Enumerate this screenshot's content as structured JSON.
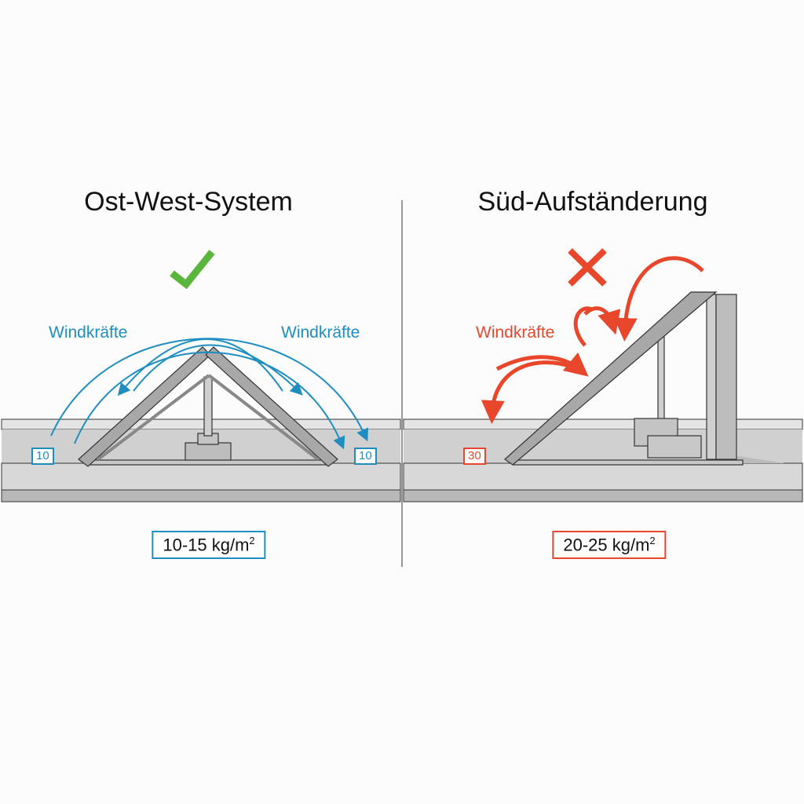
{
  "colors": {
    "good": "#1e8ec0",
    "bad": "#e8472b",
    "check": "#5ab53c",
    "text": "#111111",
    "structure": "#9a9a9a"
  },
  "left": {
    "title": "Ost-West-System",
    "status_icon": "check-icon",
    "wind_label_left": "Windkräfte",
    "wind_label_right": "Windkräfte",
    "ballast_left": "10",
    "ballast_right": "10",
    "weight_value": "10-15 kg/m",
    "weight_exp": "2"
  },
  "right": {
    "title": "Süd-Aufständerung",
    "status_icon": "cross-icon",
    "wind_label": "Windkräfte",
    "ballast": "30",
    "weight_value": "20-25 kg/m",
    "weight_exp": "2"
  }
}
